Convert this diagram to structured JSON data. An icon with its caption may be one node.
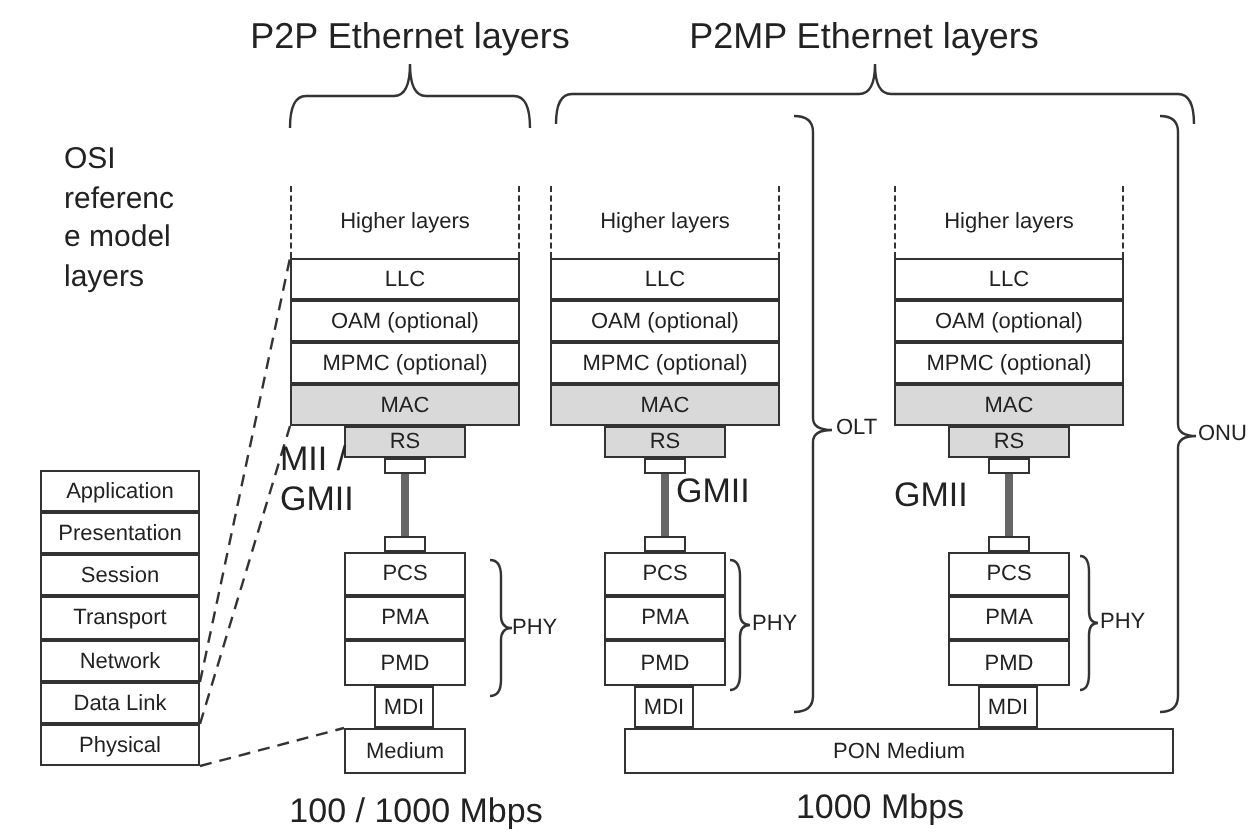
{
  "diagram": {
    "nodes": [
      {
        "text": [
          "Application"
        ]
      },
      {
        "text": [
          "Presentation"
        ]
      },
      {
        "text": [
          "Session"
        ]
      },
      {
        "text": [
          "Transport"
        ]
      },
      {
        "text": [
          "Network"
        ]
      },
      {
        "text": [
          "Data Link"
        ]
      },
      {
        "text": [
          "Physical"
        ]
      },
      {
        "text": [
          "Higher layers"
        ]
      },
      {
        "text": [
          "LLC"
        ]
      },
      {
        "text": [
          "OAM (optional)"
        ]
      },
      {
        "text": [
          "MPMC (optional)"
        ]
      },
      {
        "text": [
          "MAC"
        ]
      },
      {
        "text": [
          "RS"
        ]
      },
      {
        "text": [
          "PCS"
        ]
      },
      {
        "text": [
          "PMA"
        ]
      },
      {
        "text": [
          "PMD"
        ]
      },
      {
        "text": [
          "MDI"
        ]
      },
      {
        "text": [
          "Medium"
        ]
      },
      {
        "text": [
          "Higher layers"
        ]
      },
      {
        "text": [
          "LLC"
        ]
      },
      {
        "text": [
          "OAM (optional)"
        ]
      },
      {
        "text": [
          "MPMC (optional)"
        ]
      },
      {
        "text": [
          "MAC"
        ]
      },
      {
        "text": [
          "RS"
        ]
      },
      {
        "text": [
          "PCS"
        ]
      },
      {
        "text": [
          "PMA"
        ]
      },
      {
        "text": [
          "PMD"
        ]
      },
      {
        "text": [
          "MDI"
        ]
      },
      {
        "text": [
          "Higher layers"
        ]
      },
      {
        "text": [
          "LLC"
        ]
      },
      {
        "text": [
          "OAM (optional)"
        ]
      },
      {
        "text": [
          "MPMC (optional)"
        ]
      },
      {
        "text": [
          "MAC"
        ]
      },
      {
        "text": [
          "RS"
        ]
      },
      {
        "text": [
          "PCS"
        ]
      },
      {
        "text": [
          "PMA"
        ]
      },
      {
        "text": [
          "PMD"
        ]
      },
      {
        "text": [
          "MDI"
        ]
      },
      {
        "text": [
          "PON Medium"
        ]
      }
    ],
    "edges": [
      {
        "from": 5,
        "to": 8,
        "arrow": "none",
        "style": "dashed"
      },
      {
        "from": 5,
        "to": 11,
        "arrow": "none",
        "style": "dashed"
      },
      {
        "from": 6,
        "to": 17,
        "arrow": "none",
        "style": "dashed"
      },
      {
        "from": 12,
        "to": 13,
        "arrow": "other",
        "style": "thick"
      },
      {
        "from": 23,
        "to": 24,
        "arrow": "other",
        "style": "thick"
      },
      {
        "from": 33,
        "to": 34,
        "arrow": "other",
        "style": "thick"
      }
    ],
    "labels": [
      "P2P Ethernet layers",
      "P2MP Ethernet layers",
      "OSI reference model layers",
      "MII / GMII",
      "GMII",
      "OLT",
      "GMII",
      "ONU",
      "PHY",
      "PHY",
      "PHY",
      "100 / 1000 Mbps",
      "1000 Mbps"
    ]
  }
}
